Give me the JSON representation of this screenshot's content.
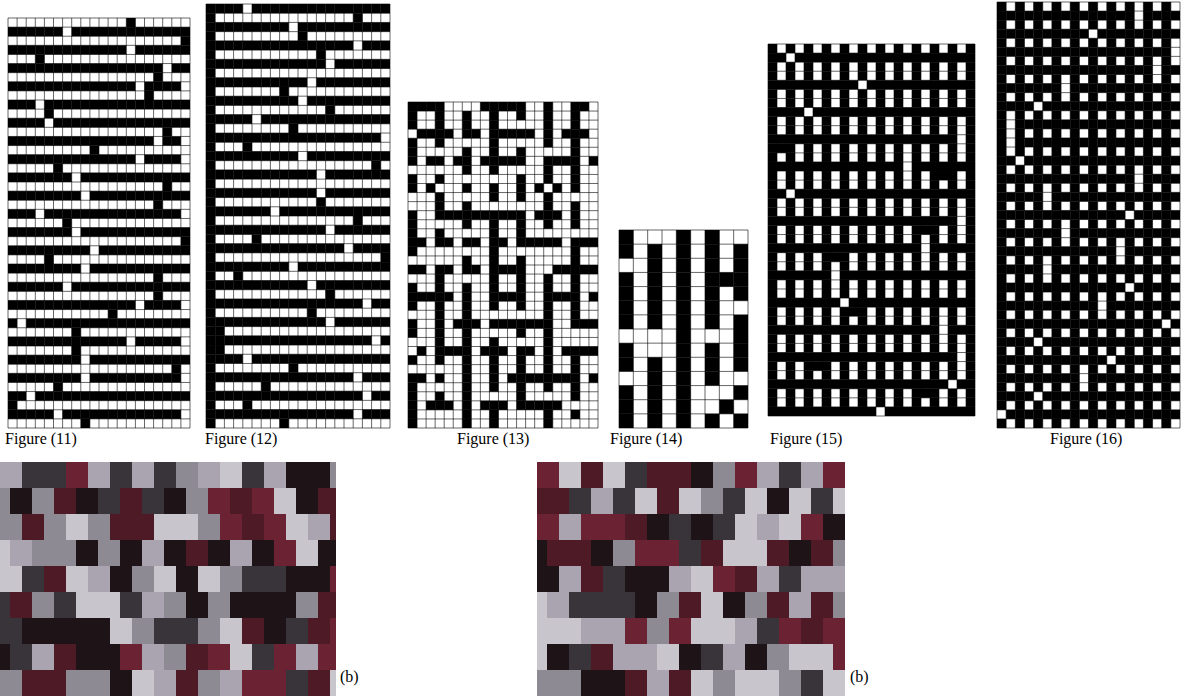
{
  "diagram": {
    "labels": [
      "Figure (11)",
      "Figure (12)",
      "Figure (13)",
      "Figure (14)",
      "Figure (15)",
      "Figure (16)",
      "(b)",
      "(b)"
    ]
  }
}
